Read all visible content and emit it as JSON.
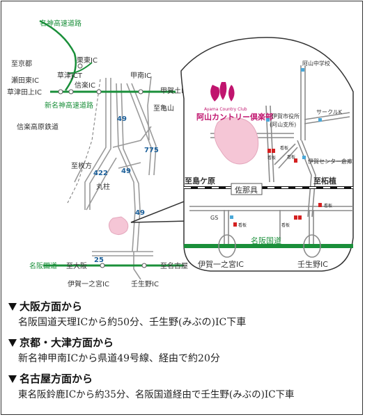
{
  "map": {
    "labels": {
      "meishin_expressway": "名神高速道路",
      "to_kyoto": "至京都",
      "seta_higashi_ic": "瀬田東IC",
      "kusatsu_tanakami_ic": "草津田上IC",
      "ritto_ic": "栗東IC",
      "kusatsu_jct": "草津JCT",
      "shigaraki_ic": "信楽IC",
      "konan_ic": "甲南IC",
      "koga_tsuchiyama_ic": "甲賀土山IC",
      "shin_meishin_expressway": "新名神高速道路",
      "to_kameyama": "至亀山",
      "shigaraki_kogen_railway": "信楽高原鉄道",
      "to_hirakata": "至枚方",
      "marubashira": "丸柱",
      "meihan_kokudo": "名阪国道",
      "to_osaka": "至大阪",
      "to_nagoya": "至名古屋",
      "iga_ichinomiya_ic": "伊賀一之宮IC",
      "mibuno_ic": "壬生野IC",
      "route_49_a": "49",
      "route_775": "775",
      "route_49_b": "49",
      "route_422": "422",
      "route_49_c": "49",
      "route_25": "25"
    },
    "inset": {
      "logo_text": "阿山カントリー倶楽部",
      "logo_sub": "Ayama Country Club",
      "ayama_jhs": "阿山中学校",
      "iga_city_office": "伊賀市役所",
      "ayama_branch": "(阿山支所)",
      "circle_k": "サークルK",
      "iga_center": "伊賀センター倉庫",
      "signboard_1": "看板",
      "signboard_2": "看板",
      "signboard_3": "看板",
      "signboard_4": "看板",
      "signboard_5": "看板",
      "signboard_6": "看板",
      "to_shimagahara": "至島ケ原",
      "sanaken": "佐那具",
      "to_tsuge": "至柘植",
      "gs": "GS",
      "meihan_kokudo": "名阪国道",
      "iga_ichinomiya_ic": "伊賀一之宮IC",
      "mibuno_ic": "壬生野IC"
    },
    "colors": {
      "expressway": "#1a8f3a",
      "road": "#9a9a9a",
      "club": "#f5c6d6",
      "logo": "#c0146e",
      "route_number": "#1a5f9a",
      "signboard": "#d42020",
      "poi": "#4aa8d8"
    }
  },
  "directions": [
    {
      "heading": "大阪方面から",
      "text": "名阪国道天理ICから約50分、壬生野(みぶの)IC下車"
    },
    {
      "heading": "京都・大津方面から",
      "text": "新名神甲南ICから県道49号線、経由で約20分"
    },
    {
      "heading": "名古屋方面から",
      "text": "東名阪鈴鹿ICから約35分、名阪国道経由で壬生野(みぶの)IC下車"
    }
  ]
}
